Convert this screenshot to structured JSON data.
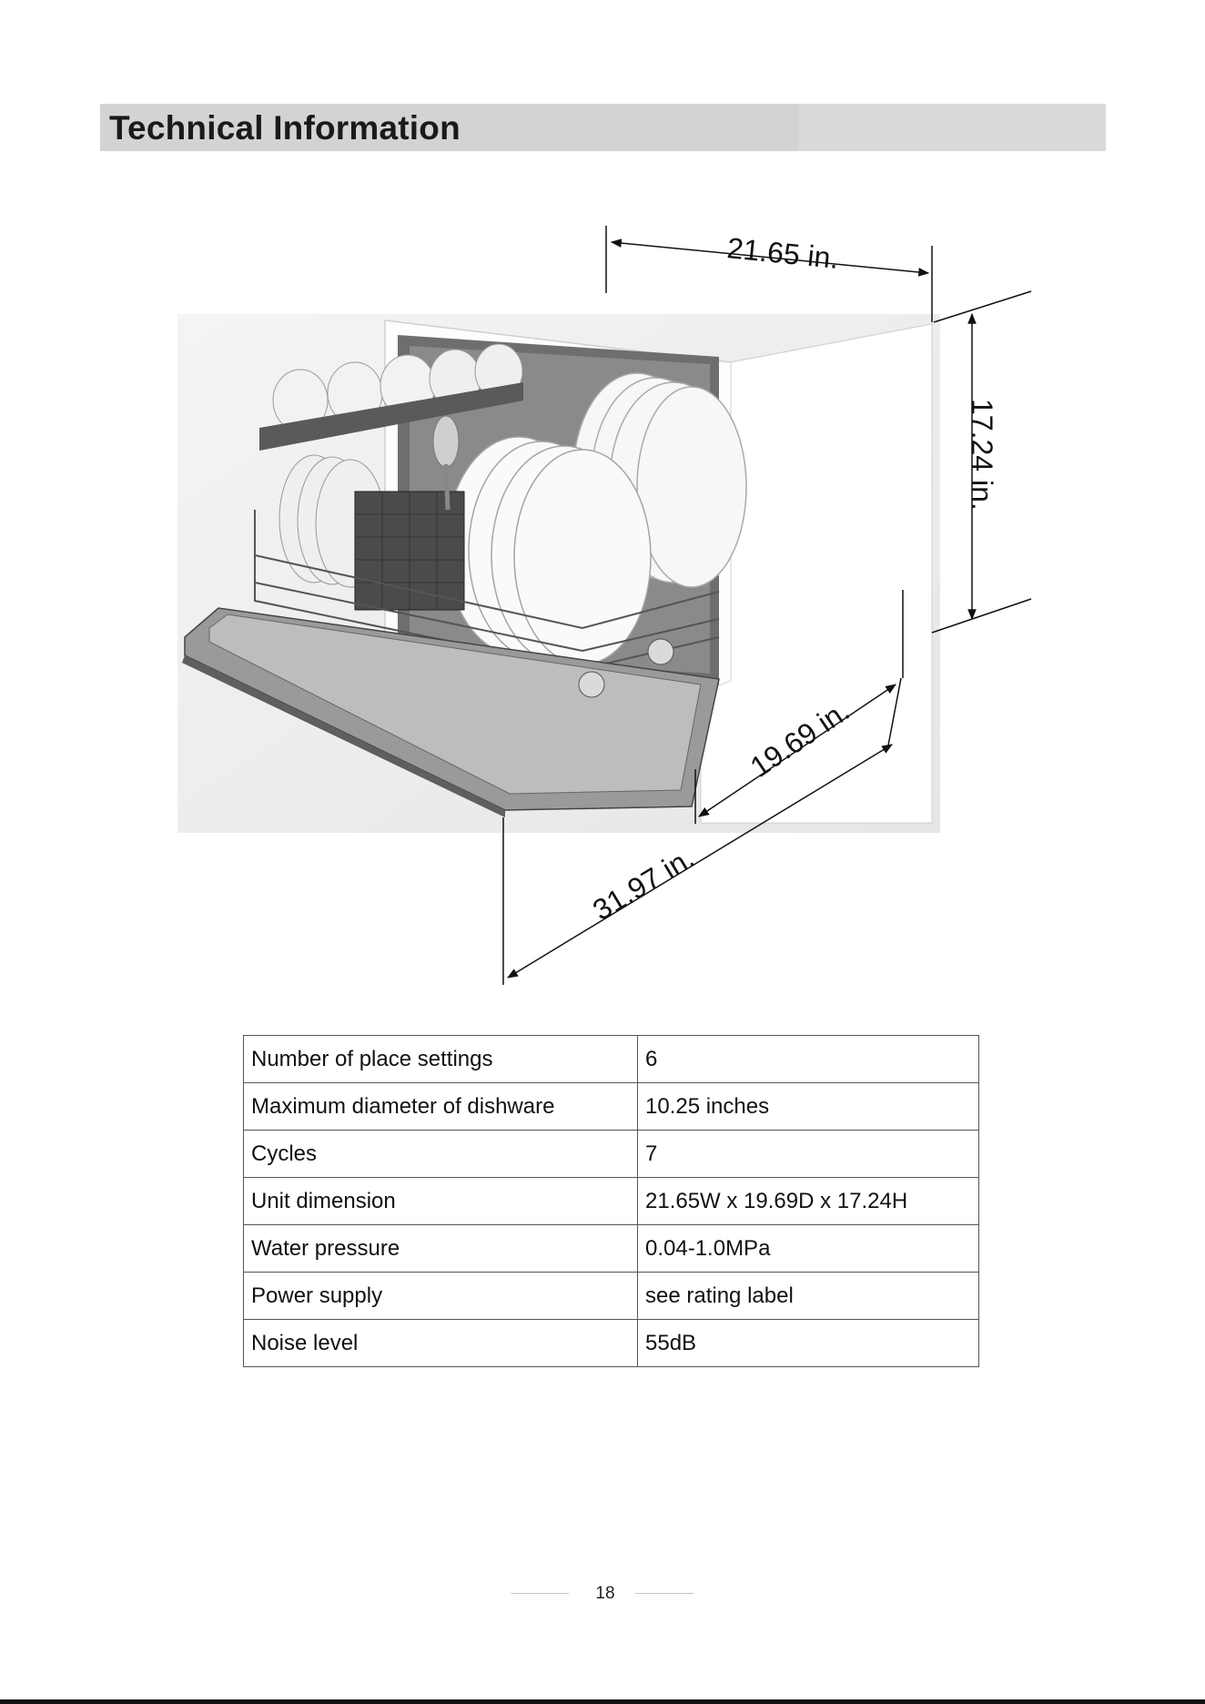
{
  "header": {
    "title": "Technical Information"
  },
  "figure": {
    "dimensions": {
      "width": "21.65 in.",
      "height": "17.24 in.",
      "depth": "19.69 in.",
      "depth_door_open": "31.97 in."
    }
  },
  "specs": {
    "rows": [
      {
        "label": "Number of place settings",
        "value": "6"
      },
      {
        "label": "Maximum diameter of dishware",
        "value": "10.25 inches"
      },
      {
        "label": "Cycles",
        "value": "7"
      },
      {
        "label": "Unit dimension",
        "value": "21.65W x 19.69D x 17.24H"
      },
      {
        "label": "Water pressure",
        "value": "0.04-1.0MPa"
      },
      {
        "label": "Power supply",
        "value": "see rating label"
      },
      {
        "label": "Noise level",
        "value": "55dB"
      }
    ]
  },
  "footer": {
    "page_number": "18"
  }
}
